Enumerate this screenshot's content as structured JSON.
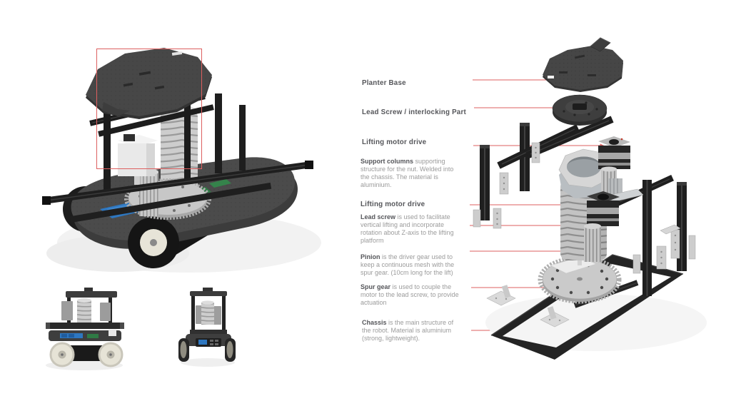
{
  "page": {
    "title": "Robot lifting mechanism documentation page",
    "background": "#ffffff"
  },
  "colors": {
    "accent_red": "#dd5f5f",
    "label_text": "#55565a",
    "body_text": "#9b9b9b"
  },
  "annotations": [
    {
      "term": "Planter  Base",
      "desc": ""
    },
    {
      "term": "Lead Screw /  interlocking Part",
      "desc": ""
    },
    {
      "term": "Lifting motor drive",
      "desc": ""
    },
    {
      "term": "Support columns",
      "desc": " supporting structure for the nut. Welded into the chassis. The material is aluminium."
    },
    {
      "term": "Lifting motor drive",
      "desc": ""
    },
    {
      "term": "Lead screw",
      "desc": " is used to facilitate vertical lifting and incorporate rotation about Z-axis to the lifting platform"
    },
    {
      "term": "Pinion",
      "desc": " is the driver gear used to keep a continuous mesh with the spur gear. (10cm long for the lift)"
    },
    {
      "term": "Spur gear",
      "desc": " is used to couple the motor to the lead screw, to provide actuation"
    },
    {
      "term": "Chassis",
      "desc": " is the main structure of the robot. Material is aluminium (strong, lightweight)."
    }
  ]
}
